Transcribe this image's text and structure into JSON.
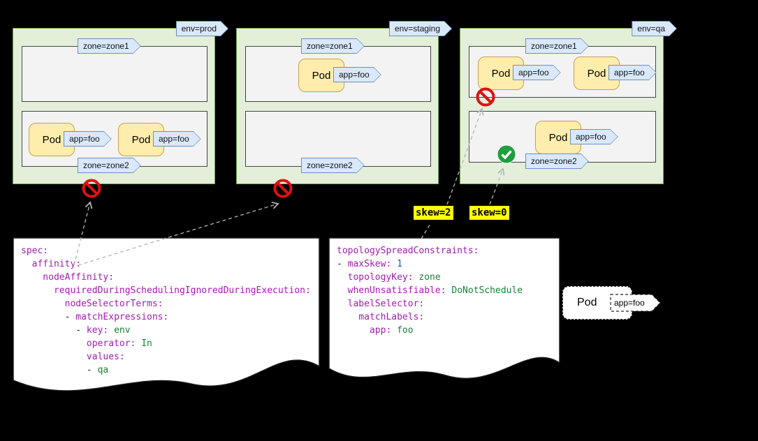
{
  "clusters": [
    {
      "env": "env=prod",
      "zone1": "zone=zone1",
      "zone2": "zone=zone2",
      "pods_zone1": [],
      "pods_zone2": [
        {
          "name": "Pod",
          "tag": "app=foo"
        },
        {
          "name": "Pod",
          "tag": "app=foo"
        }
      ],
      "verdict": "rejected"
    },
    {
      "env": "env=staging",
      "zone1": "zone=zone1",
      "zone2": "zone=zone2",
      "pods_zone1": [
        {
          "name": "Pod",
          "tag": "app=foo"
        }
      ],
      "pods_zone2": [],
      "verdict": "rejected"
    },
    {
      "env": "env=qa",
      "zone1": "zone=zone1",
      "zone2": "zone=zone2",
      "pods_zone1": [
        {
          "name": "Pod",
          "tag": "app=foo"
        },
        {
          "name": "Pod",
          "tag": "app=foo"
        }
      ],
      "pods_zone2": [
        {
          "name": "Pod",
          "tag": "app=foo"
        }
      ],
      "verdict_zone1": "rejected",
      "verdict_zone2": "accepted"
    }
  ],
  "skew_labels": [
    "skew=2",
    "skew=0"
  ],
  "pending_pod": {
    "name": "Pod",
    "tag": "app=foo"
  },
  "code_docs": {
    "affinity": {
      "lines": [
        [
          {
            "t": "spec:",
            "c": "key"
          }
        ],
        [
          {
            "t": "  affinity:",
            "c": "key"
          }
        ],
        [
          {
            "t": "    nodeAffinity:",
            "c": "key"
          }
        ],
        [
          {
            "t": "      requiredDuringSchedulingIgnoredDuringExecution:",
            "c": "key"
          }
        ],
        [
          {
            "t": "        nodeSelectorTerms:",
            "c": "key"
          }
        ],
        [
          {
            "t": "        - ",
            "c": "plain"
          },
          {
            "t": "matchExpressions:",
            "c": "key"
          }
        ],
        [
          {
            "t": "          - ",
            "c": "plain"
          },
          {
            "t": "key: ",
            "c": "key"
          },
          {
            "t": "env",
            "c": "str"
          }
        ],
        [
          {
            "t": "            ",
            "c": "plain"
          },
          {
            "t": "operator: ",
            "c": "key"
          },
          {
            "t": "In",
            "c": "str"
          }
        ],
        [
          {
            "t": "            values:",
            "c": "key"
          }
        ],
        [
          {
            "t": "            - ",
            "c": "plain"
          },
          {
            "t": "qa",
            "c": "str"
          }
        ]
      ]
    },
    "topology": {
      "lines": [
        [
          {
            "t": "topologySpreadConstraints:",
            "c": "key"
          }
        ],
        [
          {
            "t": "- ",
            "c": "plain"
          },
          {
            "t": "maxSkew: ",
            "c": "key"
          },
          {
            "t": "1",
            "c": "num"
          }
        ],
        [
          {
            "t": "  ",
            "c": "plain"
          },
          {
            "t": "topologyKey: ",
            "c": "key"
          },
          {
            "t": "zone",
            "c": "str"
          }
        ],
        [
          {
            "t": "  ",
            "c": "plain"
          },
          {
            "t": "whenUnsatisfiable: ",
            "c": "key"
          },
          {
            "t": "DoNotSchedule",
            "c": "str"
          }
        ],
        [
          {
            "t": "  labelSelector:",
            "c": "key"
          }
        ],
        [
          {
            "t": "    matchLabels:",
            "c": "key"
          }
        ],
        [
          {
            "t": "      ",
            "c": "plain"
          },
          {
            "t": "app: ",
            "c": "key"
          },
          {
            "t": "foo",
            "c": "str"
          }
        ]
      ]
    }
  },
  "colors": {
    "cluster_fill": "#e3efd9",
    "zone_fill": "#f3f3f3",
    "pod_fill": "#ffedad",
    "tag_fill": "#dae8fc",
    "reject_red": "#dd1111",
    "accept_green": "#1e9e3e",
    "skew_highlight": "#ffff00",
    "yaml_key": "#a21caf",
    "yaml_string": "#188038",
    "yaml_number": "#1a56c4"
  }
}
